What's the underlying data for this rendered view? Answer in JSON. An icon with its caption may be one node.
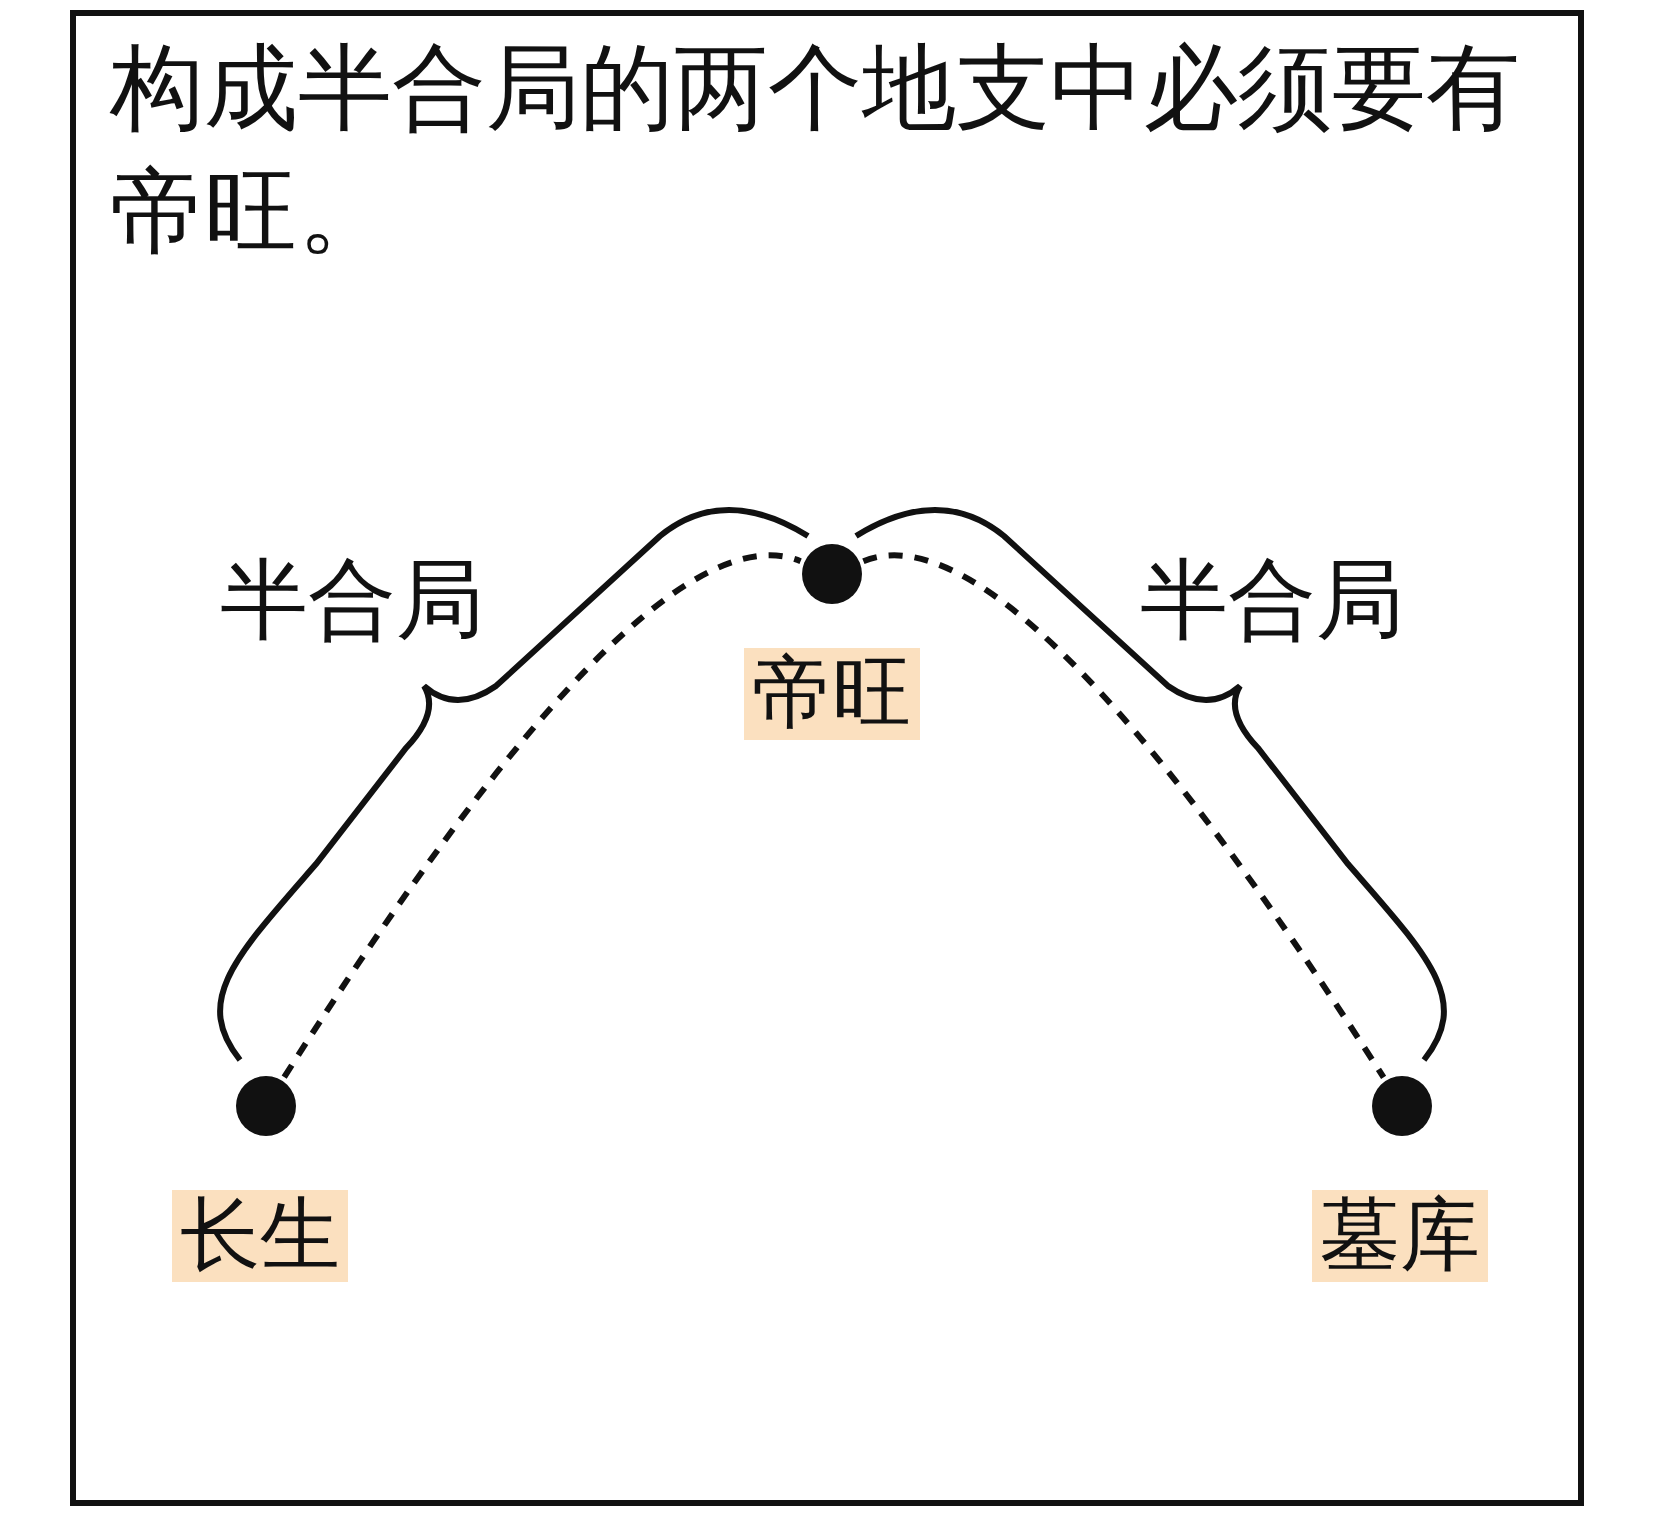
{
  "diagram": {
    "title": "构成半合局的两个地支中必须要有帝旺。",
    "nodes": [
      {
        "text": [],
        "shape": "circle",
        "beside": [
          "帝旺"
        ]
      },
      {
        "text": [],
        "shape": "circle",
        "beside": [
          "长生"
        ]
      },
      {
        "text": [],
        "shape": "circle",
        "beside": [
          "墓库"
        ]
      }
    ],
    "edges": [
      {
        "from": 1,
        "to": 0,
        "arrow": "none",
        "style": "dashed"
      },
      {
        "from": 0,
        "to": 2,
        "arrow": "none",
        "style": "dashed"
      }
    ],
    "labels": [
      "半合局",
      "半合局"
    ]
  }
}
